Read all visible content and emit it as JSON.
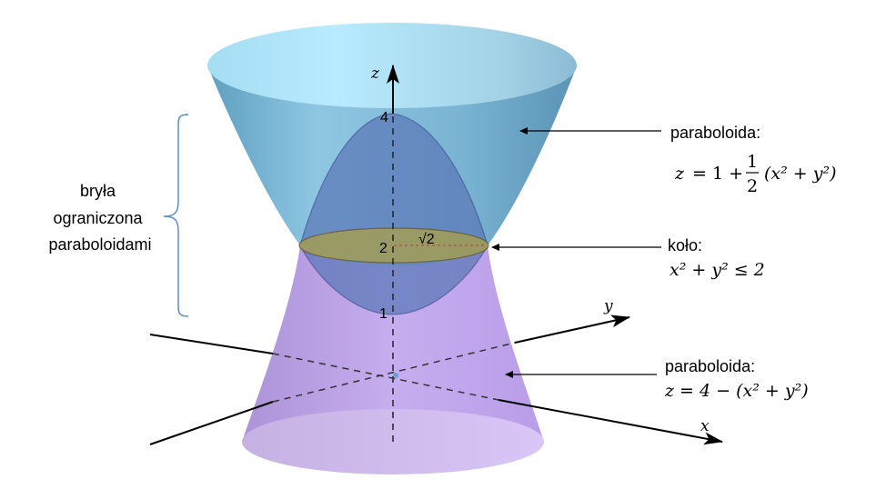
{
  "diagram": {
    "solid_label": [
      "bryła",
      "ograniczona",
      "paraboloidami"
    ],
    "upper": {
      "name": "paraboloida:",
      "formula": {
        "z": "z",
        "eq": " = 1 + ",
        "num": "1",
        "den": "2",
        "rest": "(x² + y²)"
      }
    },
    "disk": {
      "name": "koło:",
      "formula": "x² + y² ≤ 2"
    },
    "lower": {
      "name": "paraboloida:",
      "formula": "z = 4 − (x² + y²)"
    },
    "axes": {
      "x": "x",
      "y": "y",
      "z": "z"
    },
    "ticks": {
      "z4": "4",
      "z2": "2",
      "z1": "1",
      "radius": "√2"
    },
    "colors": {
      "upper_paraboloid": "#6aa9c9",
      "lower_paraboloid": "#b89be0",
      "inner_solid": "#5a78b8",
      "disk": "#9a9a55"
    }
  }
}
